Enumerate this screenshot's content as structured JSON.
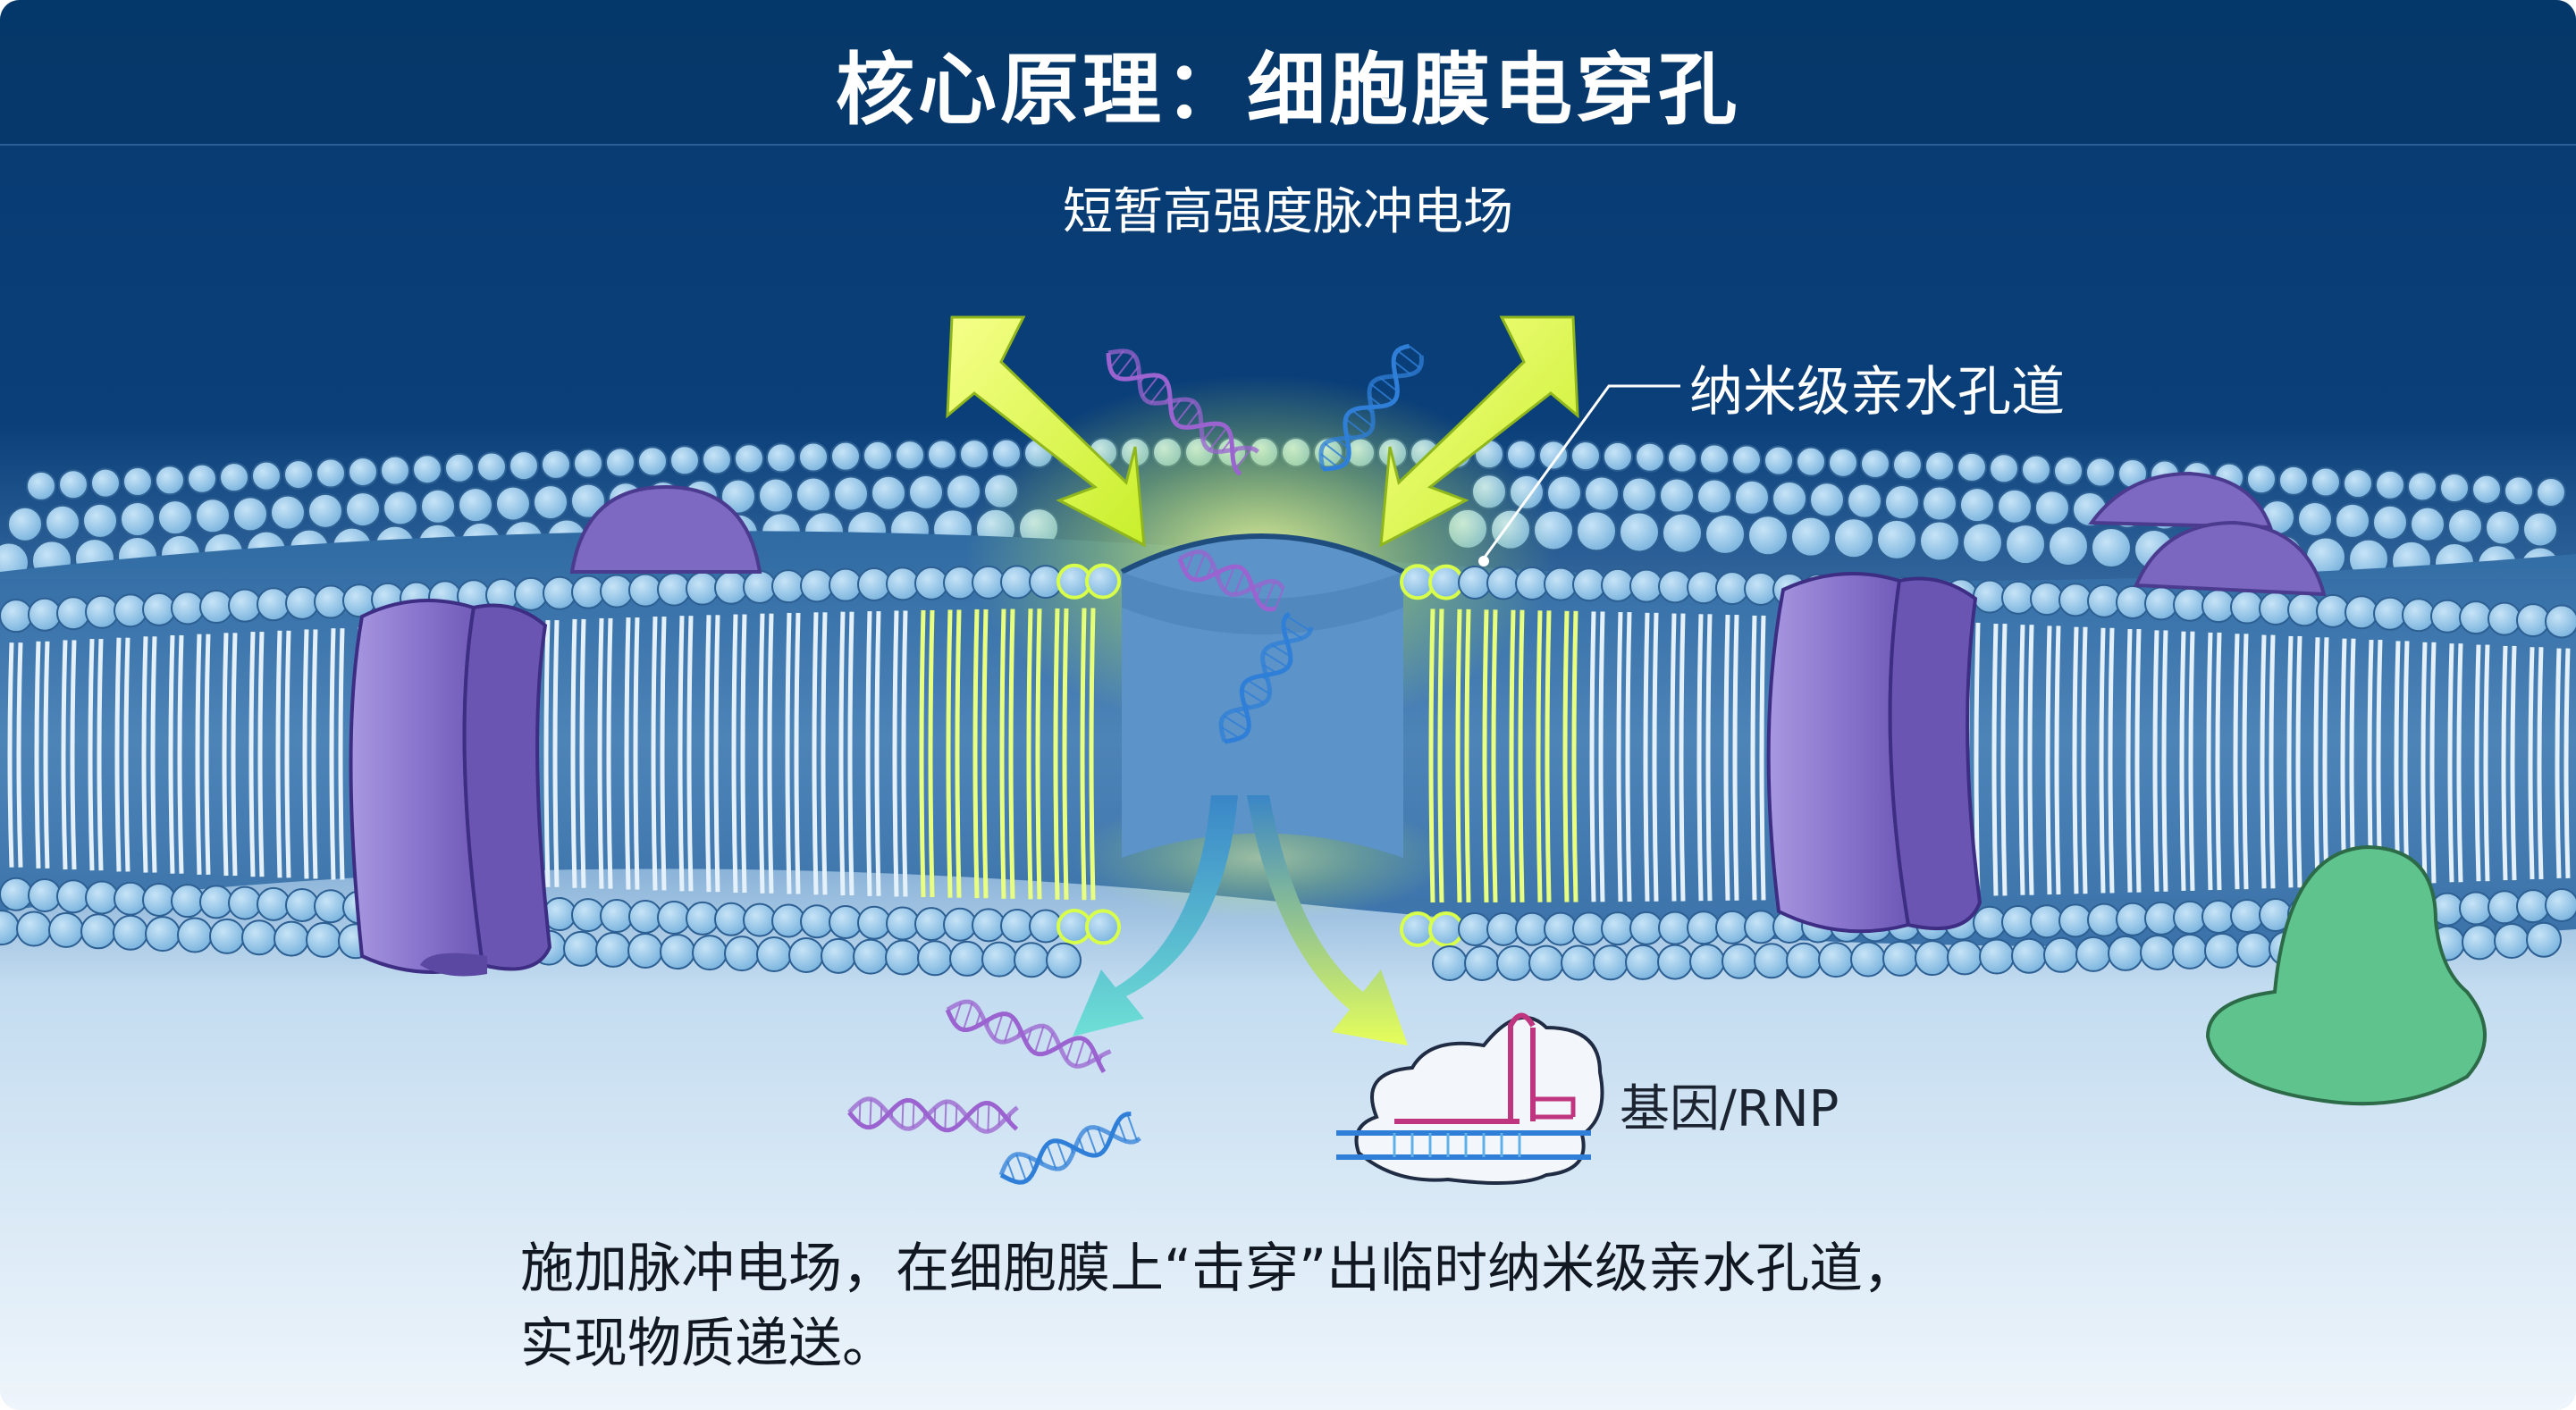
{
  "header": {
    "title": "核心原理：细胞膜电穿孔",
    "subtitle": "短暂高强度脉冲电场"
  },
  "labels": {
    "pore": "纳米级亲水孔道",
    "cargo": "基因/RNP"
  },
  "caption": {
    "line1": "施加脉冲电场，在细胞膜上“击穿”出临时纳米级亲水孔道，",
    "line2": "实现物质递送。"
  },
  "colors": {
    "background_top": "#063a6f",
    "background_bottom": "#e7f1fa",
    "lipid_head": "#9fcdec",
    "lipid_tail": "#e4f1fb",
    "membrane_core": "#4a7fb2",
    "channel_protein": "#8a76cd",
    "peripheral_protein": "#7d69c2",
    "green_protein": "#5ec38c",
    "electric_field_glow": "#e7ff5a",
    "dna_purple": "#9a63cf",
    "dna_blue": "#2f7fd8"
  },
  "icons": [
    "lightning-bolt-icon",
    "dna-helix-icon",
    "rnp-complex-icon",
    "membrane-channel-icon"
  ]
}
